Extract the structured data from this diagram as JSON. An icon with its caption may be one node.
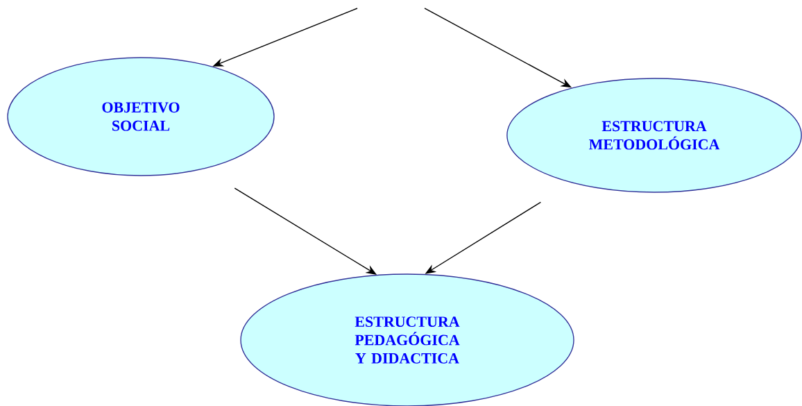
{
  "diagram": {
    "nodes": [
      {
        "text": [
          "OBJETIVO SOCIAL"
        ]
      },
      {
        "text": [
          "ESTRUCTURA METODOLÓGICA"
        ]
      },
      {
        "text": [
          "ESTRUCTURA PEDAGÓGICA Y DIDACTICA"
        ]
      }
    ],
    "edges": [
      {
        "from": null,
        "to": 0,
        "arrow": "to"
      },
      {
        "from": null,
        "to": 1,
        "arrow": "to"
      },
      {
        "from": 0,
        "to": 2,
        "arrow": "to"
      },
      {
        "from": 1,
        "to": 2,
        "arrow": "to"
      }
    ]
  }
}
